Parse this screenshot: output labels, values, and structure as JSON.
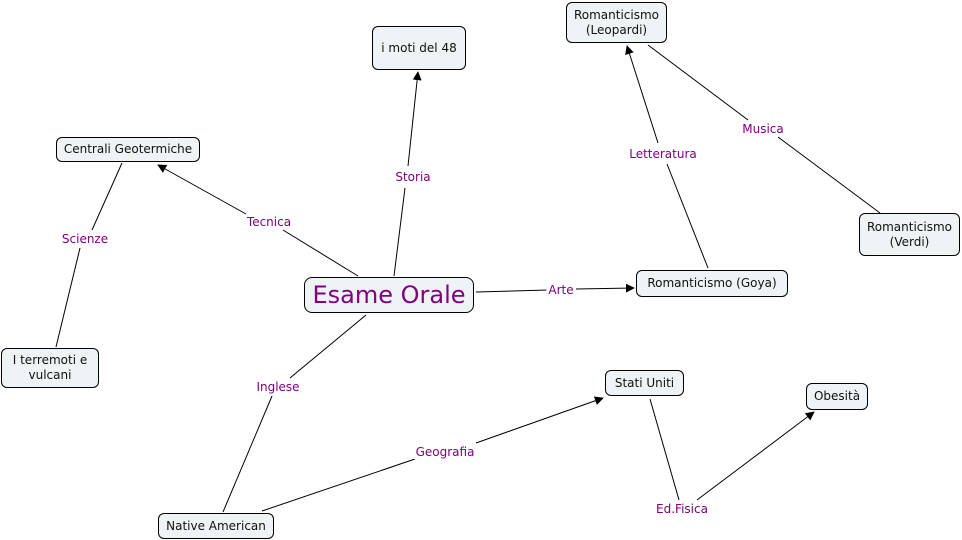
{
  "colors": {
    "node_fill": "#eef3f6",
    "node_border": "#000000",
    "link_label": "#800080",
    "root_text": "#800080",
    "line": "#000000"
  },
  "nodes": {
    "esame": "Esame Orale",
    "moti48": "i moti del 48",
    "leopardi": "Romanticismo\n(Leopardi)",
    "centrali": "Centrali Geotermiche",
    "verdi": "Romanticismo\n(Verdi)",
    "goya": "Romanticismo (Goya)",
    "terremoti": "I terremoti e\nvulcani",
    "statiuniti": "Stati Uniti",
    "obesita": "Obesità",
    "native": "Native American"
  },
  "links": {
    "storia": "Storia",
    "tecnica": "Tecnica",
    "scienze": "Scienze",
    "arte": "Arte",
    "letteratura": "Letteratura",
    "musica": "Musica",
    "inglese": "Inglese",
    "geografia": "Geografia",
    "edfisica": "Ed.Fisica"
  }
}
